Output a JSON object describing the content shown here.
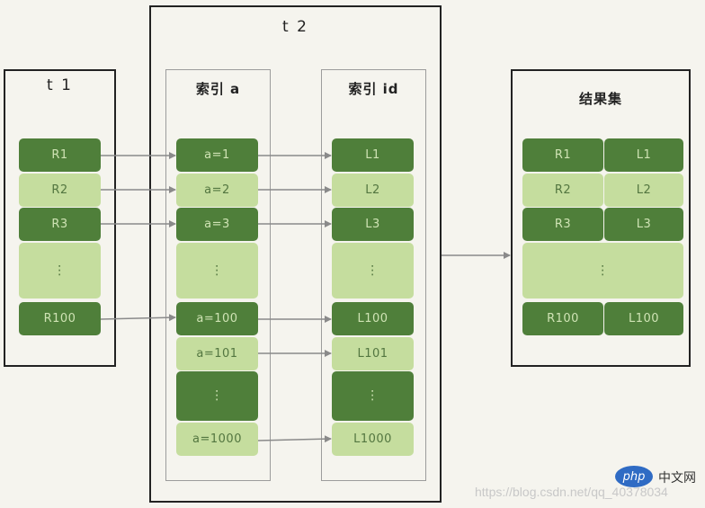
{
  "t1": {
    "title": "t 1",
    "rows": [
      "R1",
      "R2",
      "R3",
      "⋮",
      "R100"
    ]
  },
  "t2": {
    "title": "t 2",
    "index_a": {
      "title": "索引 a",
      "rows": [
        "a=1",
        "a=2",
        "a=3",
        "⋮",
        "a=100",
        "a=101",
        "⋮",
        "a=1000"
      ]
    },
    "index_id": {
      "title": "索引 id",
      "rows": [
        "L1",
        "L2",
        "L3",
        "⋮",
        "L100",
        "L101",
        "⋮",
        "L1000"
      ]
    }
  },
  "result": {
    "title": "结果集",
    "left": [
      "R1",
      "R2",
      "R3",
      "⋮",
      "R100"
    ],
    "right": [
      "L1",
      "L2",
      "L3",
      "",
      "L100"
    ]
  },
  "watermark": {
    "logo": "php",
    "site": "中文网",
    "url": "https://blog.csdn.net/qq_40378034"
  },
  "colors": {
    "dark": "#4f7f3a",
    "light": "#c5dd9e",
    "arrow": "#8a8a8a"
  }
}
